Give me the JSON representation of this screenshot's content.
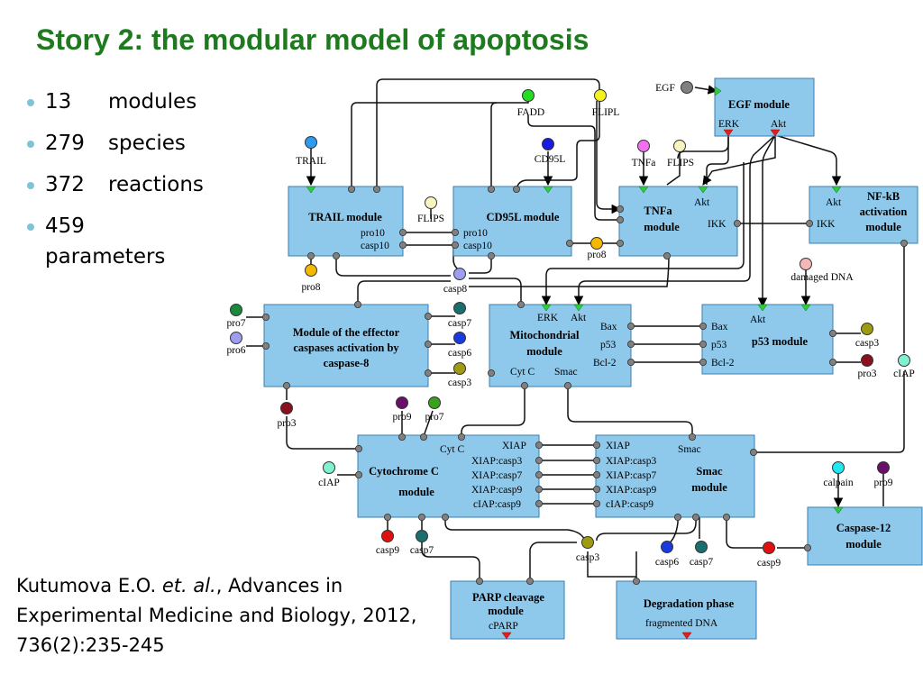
{
  "title": "Story 2: the modular model of apoptosis",
  "stats": [
    {
      "number": "13",
      "label": "modules"
    },
    {
      "number": "279",
      "label": "species"
    },
    {
      "number": "372",
      "label": "reactions"
    },
    {
      "number": "459",
      "label": "parameters"
    }
  ],
  "citation": {
    "authors": "Kutumova E.O. ",
    "etal": "et. al.",
    "rest": ", Advances in Experimental Medicine and Biology, 2012, 736(2):235-245"
  },
  "colors": {
    "title": "#1f7a1f",
    "module_fill": "#8ec9ec",
    "module_border": "#3a7fb0",
    "input_marker": "#2ecc40",
    "output_marker": "#e02020",
    "port": "#808080"
  },
  "modules": [
    {
      "id": "trail",
      "title": "TRAIL module",
      "ports": [
        "pro10",
        "casp10"
      ]
    },
    {
      "id": "cd95l",
      "title": "CD95L module",
      "ports": [
        "pro10",
        "casp10"
      ]
    },
    {
      "id": "tnfa",
      "title": "TNFa module",
      "ports": [
        "Akt",
        "IKK"
      ]
    },
    {
      "id": "egf",
      "title": "EGF module",
      "ports": [
        "ERK",
        "Akt"
      ]
    },
    {
      "id": "nfkb",
      "title": "NF-kB activation module",
      "ports": [
        "Akt",
        "IKK"
      ]
    },
    {
      "id": "effector",
      "title": "Module of the effector caspases activation by caspase-8",
      "ports": []
    },
    {
      "id": "mito",
      "title": "Mitochondrial module",
      "ports": [
        "ERK",
        "Akt",
        "Bax",
        "p53",
        "Bcl-2",
        "Cyt C",
        "Smac"
      ]
    },
    {
      "id": "p53",
      "title": "p53 module",
      "ports": [
        "Bax",
        "p53",
        "Bcl-2",
        "Akt"
      ]
    },
    {
      "id": "cytc",
      "title": "Cytochrome C module",
      "ports": [
        "Cyt C",
        "XIAP",
        "XIAP:casp3",
        "XIAP:casp7",
        "XIAP:casp9",
        "cIAP:casp9"
      ]
    },
    {
      "id": "smac",
      "title": "Smac module",
      "ports": [
        "XIAP",
        "XIAP:casp3",
        "XIAP:casp7",
        "XIAP:casp9",
        "cIAP:casp9",
        "Smac"
      ]
    },
    {
      "id": "casp12",
      "title": "Caspase-12 module",
      "ports": []
    },
    {
      "id": "parp",
      "title": "PARP cleavage module",
      "ports": [
        "cPARP"
      ]
    },
    {
      "id": "degradation",
      "title": "Degradation phase",
      "ports": [
        "fragmented DNA"
      ]
    }
  ],
  "species": [
    {
      "label": "TRAIL",
      "color": "#2b9cf0"
    },
    {
      "label": "FADD",
      "color": "#22dd22"
    },
    {
      "label": "FLIPL",
      "color": "#f5f020"
    },
    {
      "label": "CD95L",
      "color": "#1a1ae0"
    },
    {
      "label": "TNFa",
      "color": "#f070f0"
    },
    {
      "label": "FLIPS",
      "color": "#f8f4c0"
    },
    {
      "label": "FLIPS",
      "color": "#f8f4c0"
    },
    {
      "label": "EGF",
      "color": "#808080"
    },
    {
      "label": "pro8",
      "color": "#f5b800"
    },
    {
      "label": "pro8",
      "color": "#f5b800"
    },
    {
      "label": "casp8",
      "color": "#9e9ef0"
    },
    {
      "label": "damaged DNA",
      "color": "#f5b8b8"
    },
    {
      "label": "pro7",
      "color": "#1a8a3a"
    },
    {
      "label": "pro6",
      "color": "#9e9ef0"
    },
    {
      "label": "casp7",
      "color": "#1a6e6e"
    },
    {
      "label": "casp6",
      "color": "#1a3ae0"
    },
    {
      "label": "casp3",
      "color": "#a09a10"
    },
    {
      "label": "casp3",
      "color": "#a09a10"
    },
    {
      "label": "pro3",
      "color": "#8a1020"
    },
    {
      "label": "cIAP",
      "color": "#7ff0d0"
    },
    {
      "label": "pro3",
      "color": "#8a1020"
    },
    {
      "label": "pro9",
      "color": "#6a106a"
    },
    {
      "label": "pro7",
      "color": "#3aa020"
    },
    {
      "label": "cIAP",
      "color": "#7ff0d0"
    },
    {
      "label": "calpain",
      "color": "#20e8f0"
    },
    {
      "label": "pro9",
      "color": "#6a106a"
    },
    {
      "label": "casp9",
      "color": "#e01010"
    },
    {
      "label": "casp7",
      "color": "#1a6e6e"
    },
    {
      "label": "casp3",
      "color": "#a09a10"
    },
    {
      "label": "casp6",
      "color": "#1a3ae0"
    },
    {
      "label": "casp7",
      "color": "#1a6e6e"
    },
    {
      "label": "casp9",
      "color": "#e01010"
    }
  ]
}
